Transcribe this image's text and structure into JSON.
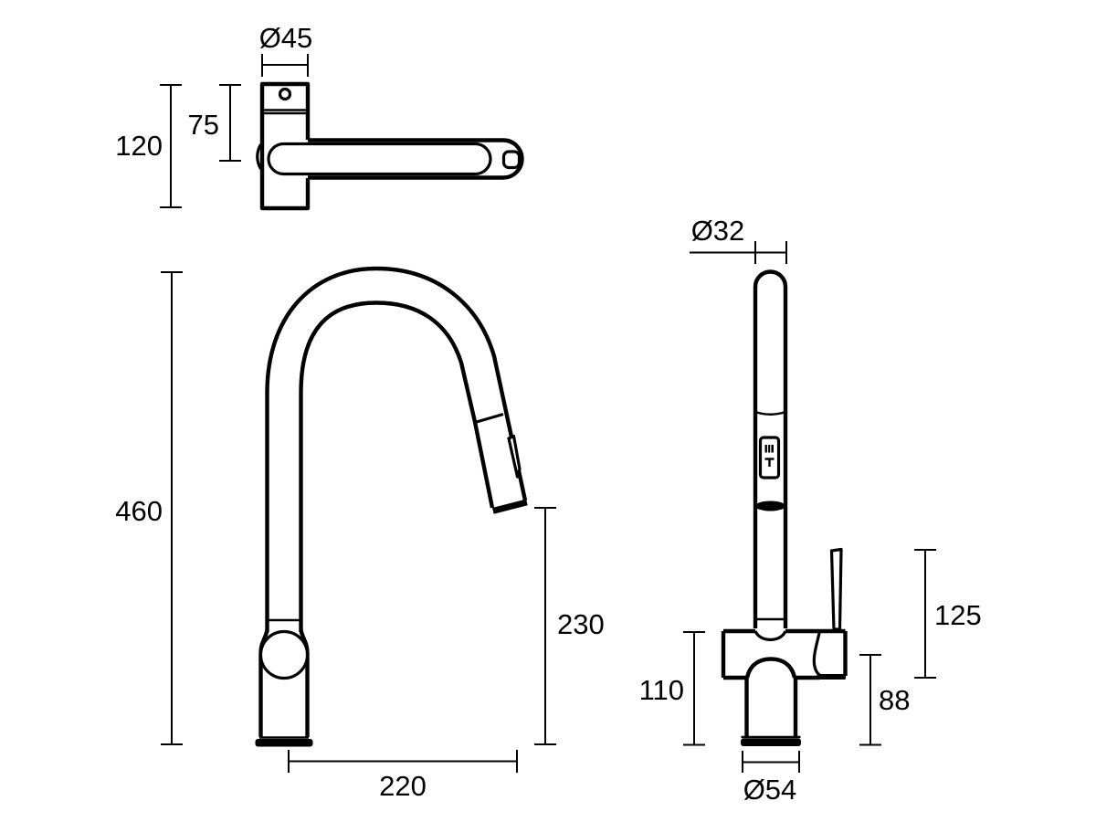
{
  "drawing": {
    "background_color": "#ffffff",
    "line_color": "#000000",
    "views": {
      "top": {
        "dims": {
          "body_diameter": "Ø45",
          "upper_section_height": "75",
          "body_height": "120"
        }
      },
      "side": {
        "dims": {
          "overall_height": "460",
          "spout_reach": "220",
          "outlet_clearance": "230"
        }
      },
      "front": {
        "dims": {
          "spout_diameter": "Ø32",
          "lever_height": "125",
          "body_height": "110",
          "aerator_height": "88",
          "base_diameter": "Ø54"
        }
      }
    }
  }
}
